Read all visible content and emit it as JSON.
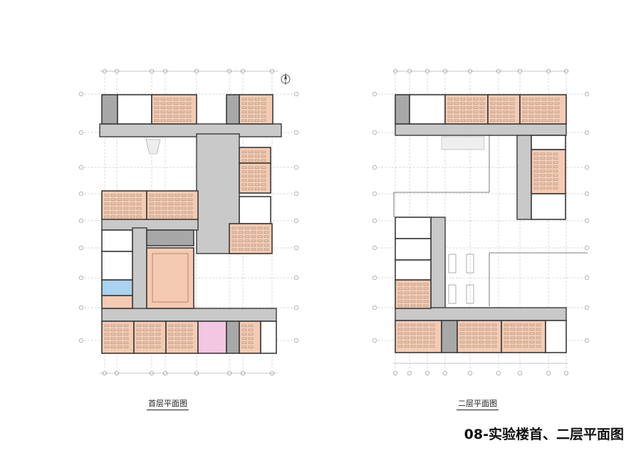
{
  "drawings": [
    {
      "caption": "首层平面图",
      "north_symbol": "north-arrow-icon"
    },
    {
      "caption": "二层平面图"
    }
  ],
  "sheet_title": "08-实验楼首、二层平面图",
  "colors": {
    "wall": "#3a3a3a",
    "corridor": "#c9c9c9",
    "lab_room": "#f4cbb2",
    "service_room": "#a8a8a8",
    "special_room_blue": "#a9d3ee",
    "special_room_pink": "#f3c6e2",
    "grid_line": "#b4b4b4",
    "dimension": "#8a8a8a"
  }
}
